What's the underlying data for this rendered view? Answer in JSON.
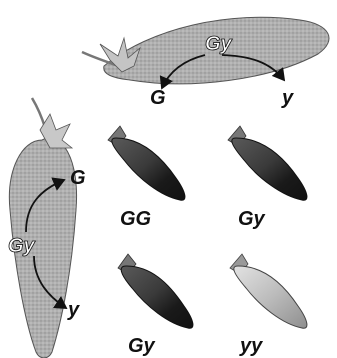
{
  "top_pod": {
    "parent_label": "Gy",
    "left_allele": "G",
    "right_allele": "y"
  },
  "side_pod": {
    "parent_label": "Gy",
    "upper_allele": "G",
    "lower_allele": "y"
  },
  "offspring": [
    {
      "genotype": "GG",
      "color": "green"
    },
    {
      "genotype": "Gy",
      "color": "green"
    },
    {
      "genotype": "Gy",
      "color": "green"
    },
    {
      "genotype": "yy",
      "color": "yellow"
    }
  ],
  "colors": {
    "green_pod": "#2e2e2e",
    "yellow_pod": "#c8c8c8",
    "parent_pod": "#a9a9a9"
  }
}
